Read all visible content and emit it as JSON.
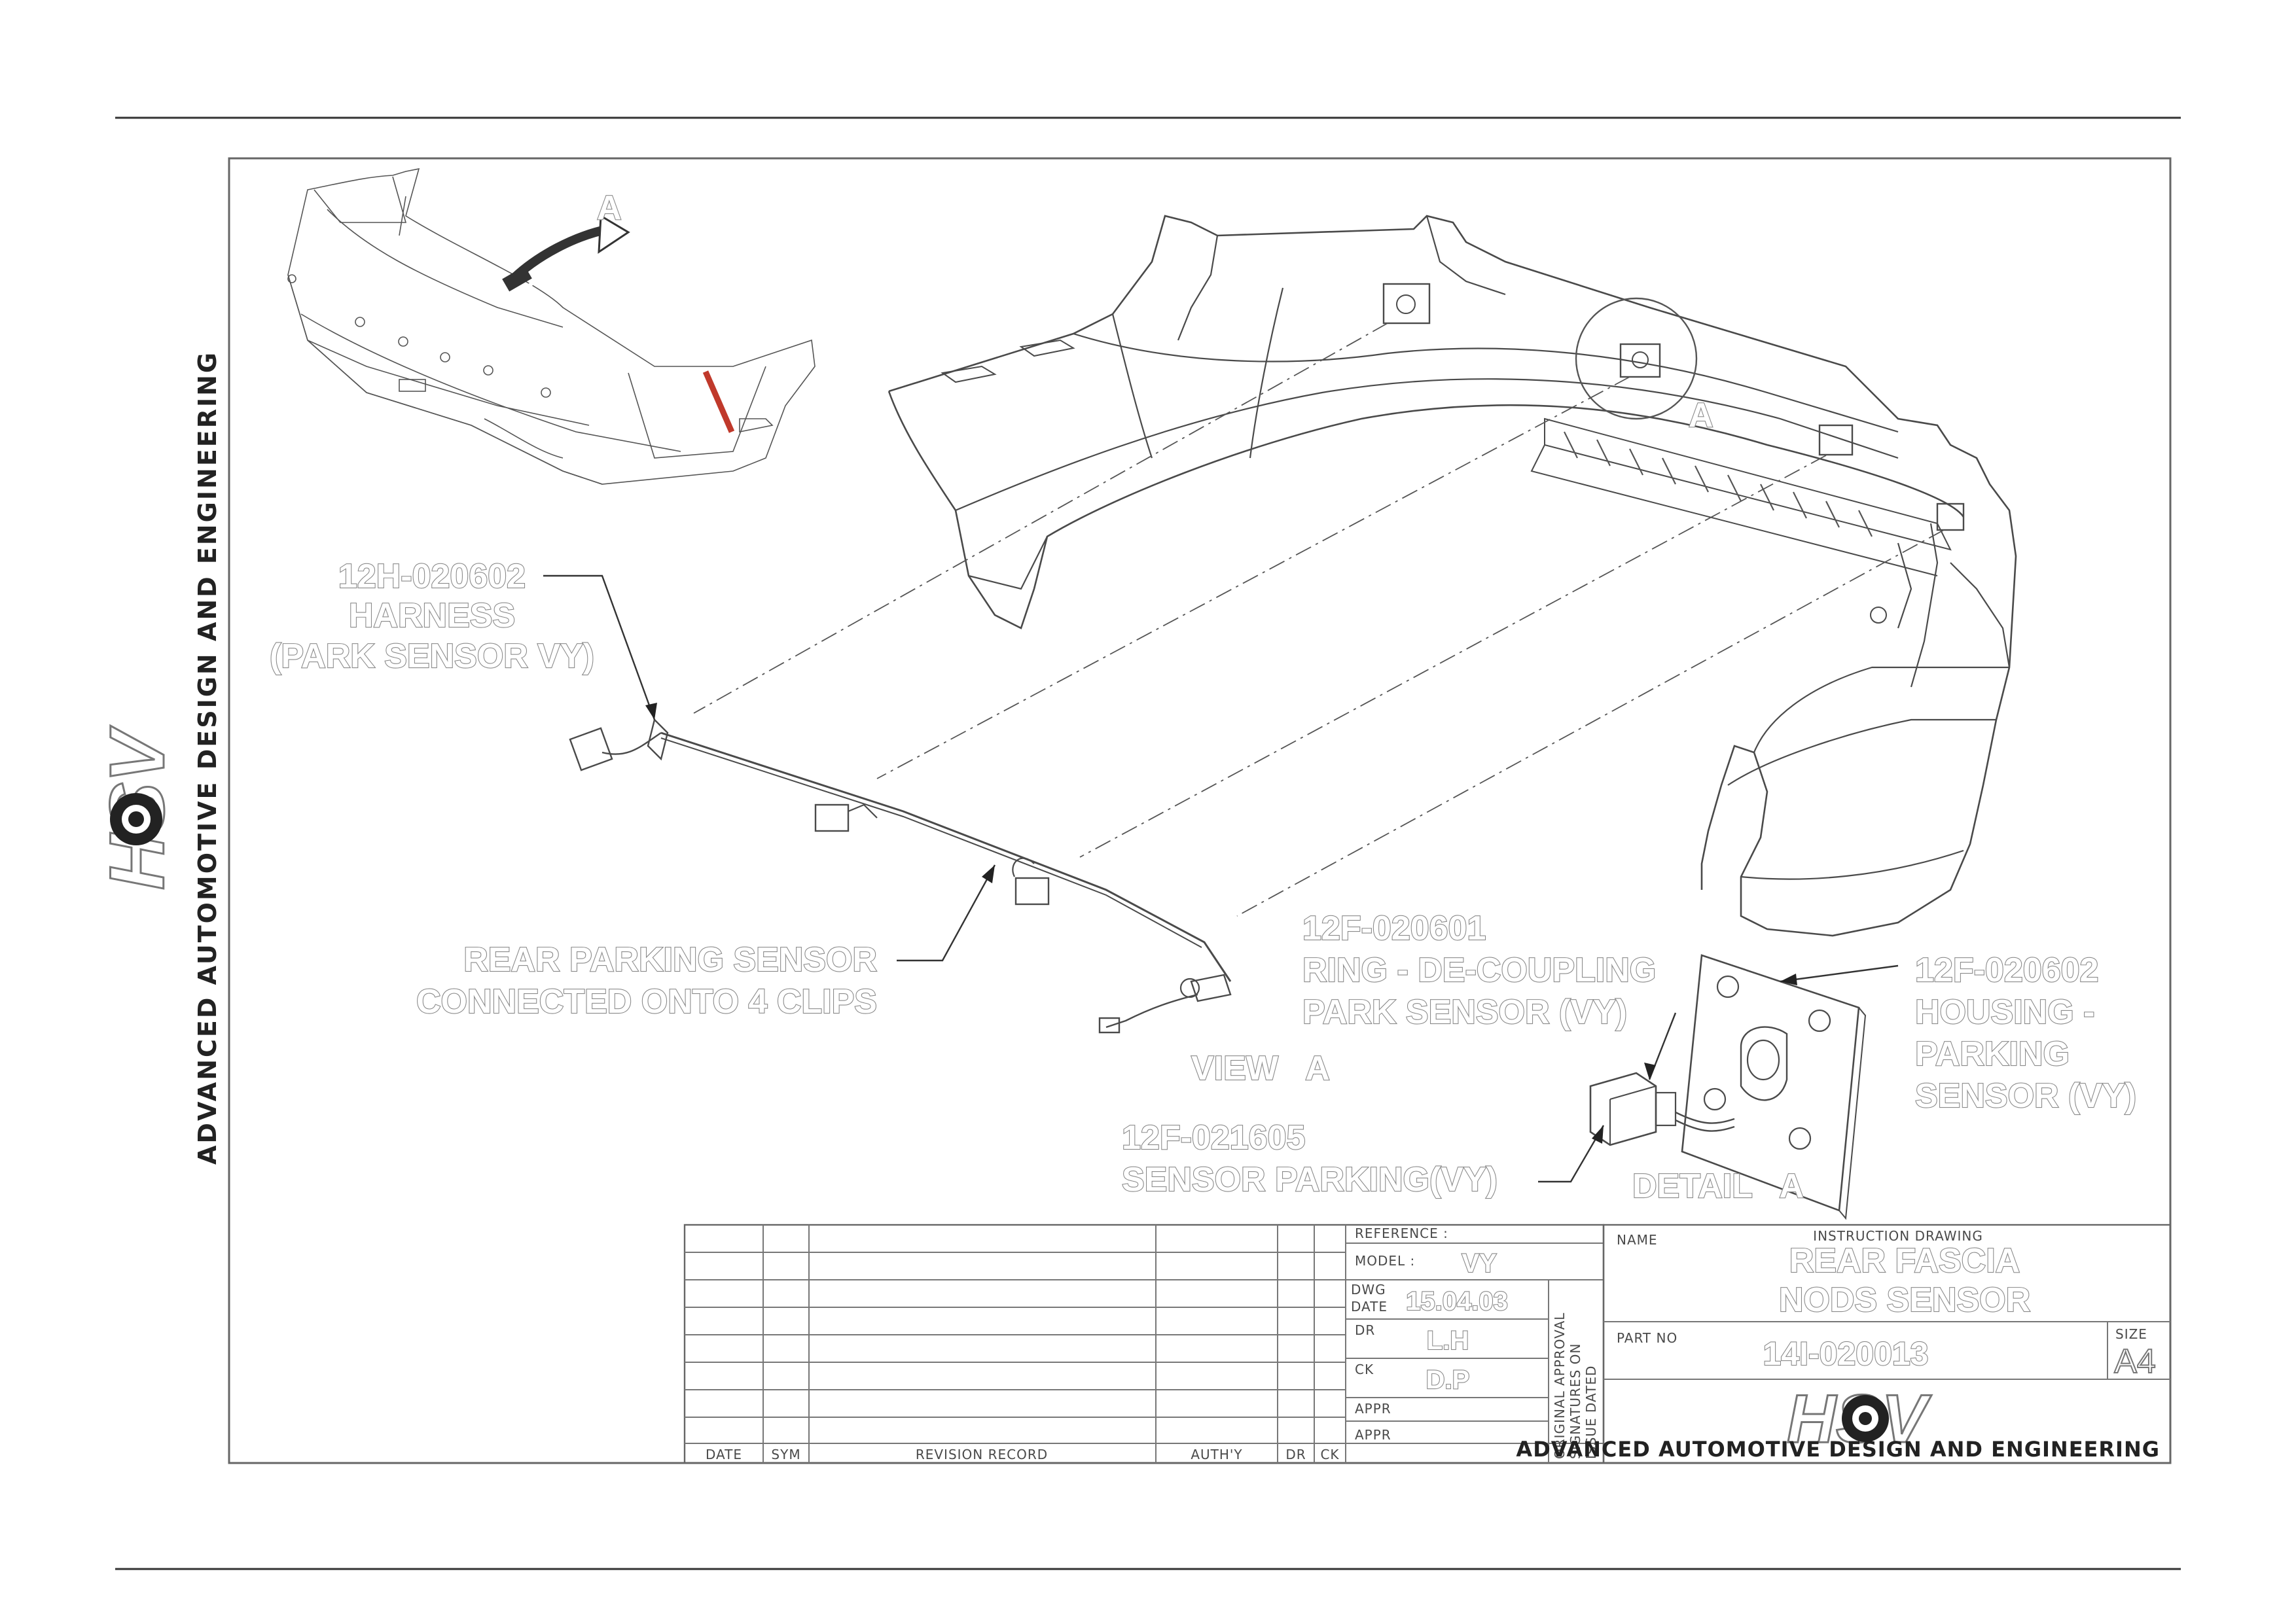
{
  "sheet": {
    "company_line": "ADVANCED AUTOMOTIVE DESIGN AND ENGINEERING",
    "logo_text": "HSV"
  },
  "callouts": {
    "harness_part": "12H-020602",
    "harness_name": "HARNESS",
    "harness_desc": "(PARK SENSOR VY)",
    "sensor_note_1": "REAR PARKING SENSOR",
    "sensor_note_2": "CONNECTED ONTO 4 CLIPS",
    "ring_part": "12F-020601",
    "ring_name": "RING - DE-COUPLING",
    "ring_desc": "PARK SENSOR (VY)",
    "housing_part": "12F-020602",
    "housing_name_1": "HOUSING -",
    "housing_name_2": "PARKING",
    "housing_name_3": "SENSOR (VY)",
    "sensor_part": "12F-021605",
    "sensor_name": "SENSOR PARKING(VY)",
    "view_label": "VIEW   A",
    "detail_label": "DETAIL   A",
    "view_marker": "A",
    "detail_marker": "A"
  },
  "title_block": {
    "revision_headers": [
      "DATE",
      "SYM",
      "REVISION RECORD",
      "AUTH'Y",
      "DR",
      "CK"
    ],
    "reference_label": "REFERENCE :",
    "model_label": "MODEL :",
    "model_value": "VY",
    "dwg_date_label_1": "DWG",
    "dwg_date_label_2": "DATE",
    "dwg_date_value": "15.04.03",
    "dr_label": "DR",
    "dr_value": "L.H",
    "ck_label": "CK",
    "ck_value": "D.P",
    "appr_label_1": "APPR",
    "appr_label_2": "APPR",
    "approval_note_1": "ORIGINAL APPROVAL",
    "approval_note_2": "SIGNATURES ON",
    "approval_note_3": "ISSUE DATED",
    "name_label": "NAME",
    "drawing_type": "INSTRUCTION DRAWING",
    "title_line_1": "REAR FASCIA",
    "title_line_2": "NODS SENSOR",
    "part_no_label": "PART NO",
    "part_no_value": "14I-020013",
    "size_label": "SIZE",
    "size_value": "A4"
  }
}
